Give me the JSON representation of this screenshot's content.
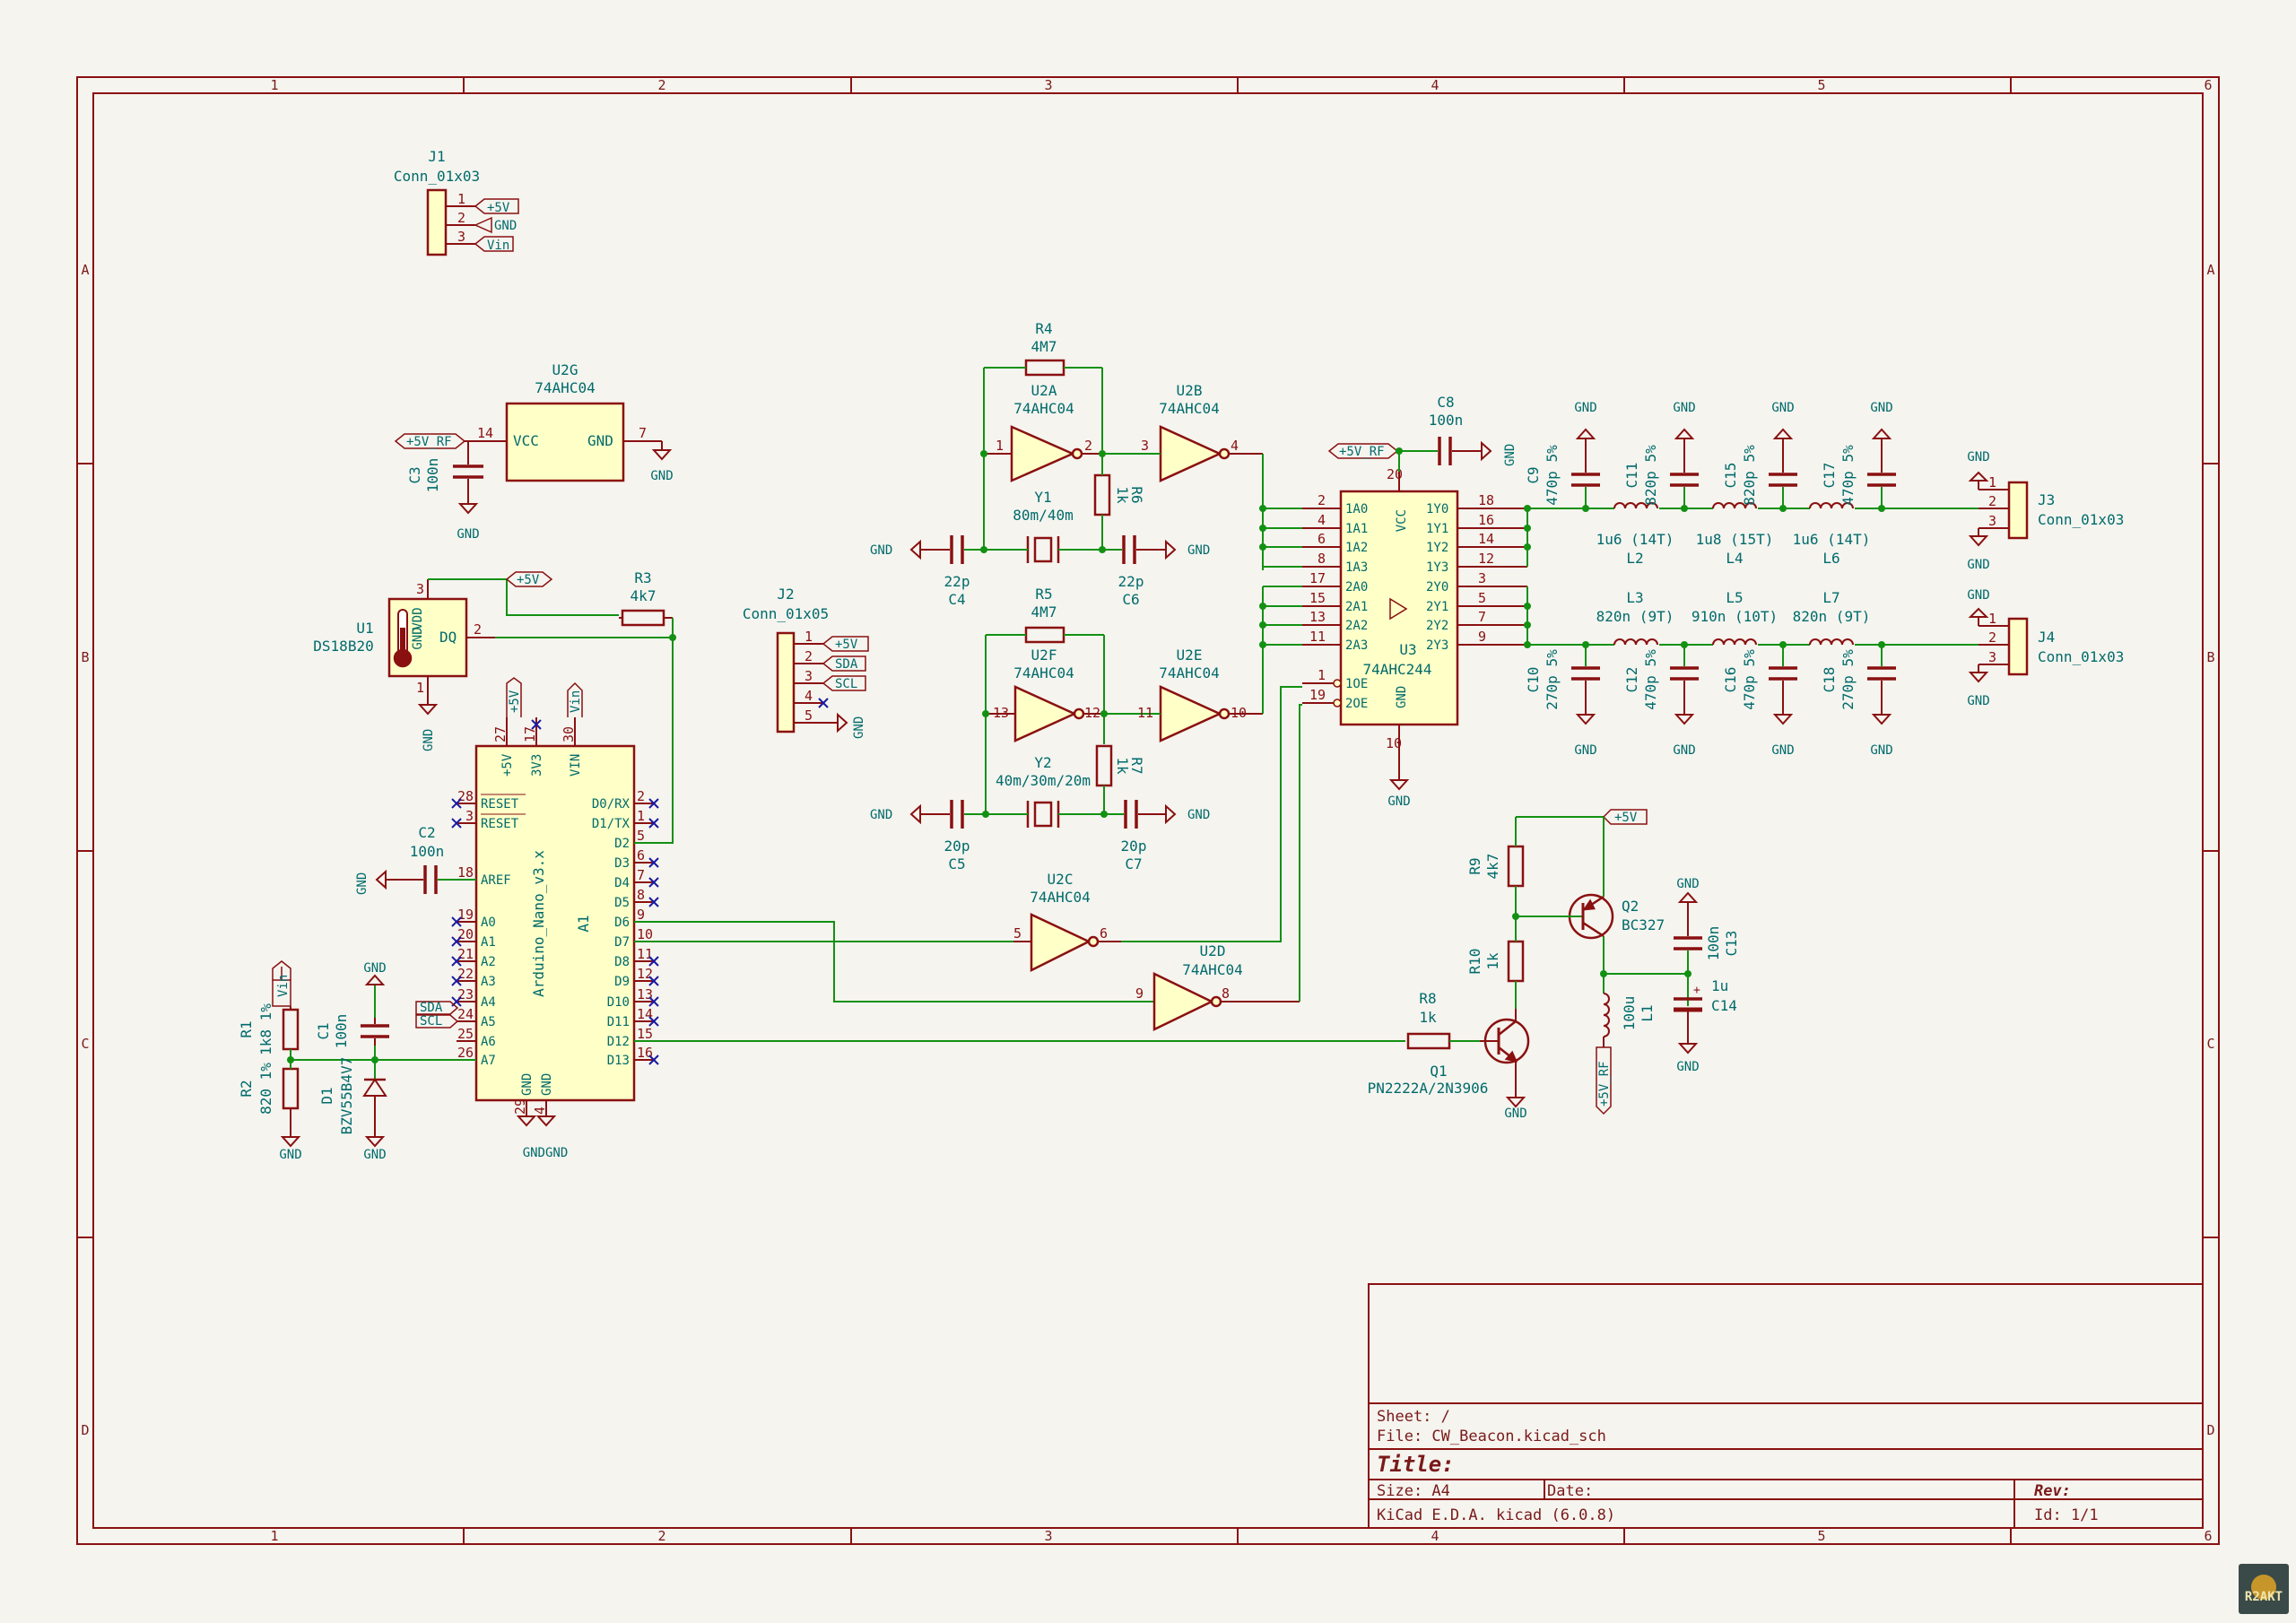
{
  "frame": {
    "columns": [
      "1",
      "2",
      "3",
      "4",
      "5",
      "6"
    ],
    "rows": [
      "A",
      "B",
      "C",
      "D"
    ]
  },
  "title_block": {
    "sheet": "Sheet: /",
    "file": "File: CW_Beacon.kicad_sch",
    "title": "Title:",
    "size": "Size: A4",
    "date": "Date:",
    "rev": "Rev:",
    "tool": "KiCad E.D.A.  kicad (6.0.8)",
    "id": "Id: 1/1"
  },
  "watermark": "R2AKT",
  "components": {
    "J1": {
      "ref": "J1",
      "value": "Conn_01x03",
      "pins": [
        "1",
        "2",
        "3"
      ],
      "nets": [
        "+5V",
        "GND",
        "Vin"
      ]
    },
    "J2": {
      "ref": "J2",
      "value": "Conn_01x05",
      "pins": [
        "1",
        "2",
        "3",
        "4",
        "5"
      ],
      "nets": [
        "+5V",
        "SDA",
        "SCL",
        "GND"
      ]
    },
    "J3": {
      "ref": "J3",
      "value": "Conn_01x03",
      "pins": [
        "1",
        "2",
        "3"
      ]
    },
    "J4": {
      "ref": "J4",
      "value": "Conn_01x03",
      "pins": [
        "1",
        "2",
        "3"
      ]
    },
    "U2G": {
      "ref": "U2G",
      "value": "74AHC04",
      "vcc": "VCC",
      "gnd": "GND",
      "pin_vcc": "14",
      "pin_gnd": "7"
    },
    "C3": {
      "ref": "C3",
      "value": "100n"
    },
    "U1": {
      "ref": "U1",
      "value": "DS18B20",
      "gnd": "GND",
      "vdd": "VDD",
      "dq": "DQ",
      "pin1": "1",
      "pin2": "2",
      "pin3": "3"
    },
    "R3": {
      "ref": "R3",
      "value": "4k7"
    },
    "R4": {
      "ref": "R4",
      "value": "4M7"
    },
    "U2A": {
      "ref": "U2A",
      "value": "74AHC04",
      "pin_in": "1",
      "pin_out": "2"
    },
    "U2B": {
      "ref": "U2B",
      "value": "74AHC04",
      "pin_in": "3",
      "pin_out": "4"
    },
    "R6": {
      "ref": "R6",
      "value": "1k"
    },
    "Y1": {
      "ref": "Y1",
      "value": "80m/40m"
    },
    "C4": {
      "ref": "C4",
      "value": "22p"
    },
    "C6": {
      "ref": "C6",
      "value": "22p"
    },
    "R5": {
      "ref": "R5",
      "value": "4M7"
    },
    "U2F": {
      "ref": "U2F",
      "value": "74AHC04",
      "pin_in": "13",
      "pin_out": "12"
    },
    "U2E": {
      "ref": "U2E",
      "value": "74AHC04",
      "pin_in": "11",
      "pin_out": "10"
    },
    "R7": {
      "ref": "R7",
      "value": "1k"
    },
    "Y2": {
      "ref": "Y2",
      "value": "40m/30m/20m"
    },
    "C5": {
      "ref": "C5",
      "value": "20p"
    },
    "C7": {
      "ref": "C7",
      "value": "20p"
    },
    "U2C": {
      "ref": "U2C",
      "value": "74AHC04",
      "pin_in": "5",
      "pin_out": "6"
    },
    "U2D": {
      "ref": "U2D",
      "value": "74AHC04",
      "pin_in": "9",
      "pin_out": "8"
    },
    "C8": {
      "ref": "C8",
      "value": "100n"
    },
    "U3": {
      "ref": "U3",
      "value": "74AHC244",
      "vcc": "VCC",
      "gnd": "GND",
      "pin_vcc": "20",
      "pin_gnd": "10",
      "left_pins": [
        {
          "num": "2",
          "name": "1A0"
        },
        {
          "num": "4",
          "name": "1A1"
        },
        {
          "num": "6",
          "name": "1A2"
        },
        {
          "num": "8",
          "name": "1A3"
        },
        {
          "num": "17",
          "name": "2A0"
        },
        {
          "num": "15",
          "name": "2A1"
        },
        {
          "num": "13",
          "name": "2A2"
        },
        {
          "num": "11",
          "name": "2A3"
        },
        {
          "num": "1",
          "name": "1OE"
        },
        {
          "num": "19",
          "name": "2OE"
        }
      ],
      "right_pins": [
        {
          "num": "18",
          "name": "1Y0"
        },
        {
          "num": "16",
          "name": "1Y1"
        },
        {
          "num": "14",
          "name": "1Y2"
        },
        {
          "num": "12",
          "name": "1Y3"
        },
        {
          "num": "3",
          "name": "2Y0"
        },
        {
          "num": "5",
          "name": "2Y1"
        },
        {
          "num": "7",
          "name": "2Y2"
        },
        {
          "num": "9",
          "name": "2Y3"
        }
      ]
    },
    "C9": {
      "ref": "C9",
      "value": "470p 5%"
    },
    "C11": {
      "ref": "C11",
      "value": "820p 5%"
    },
    "C15": {
      "ref": "C15",
      "value": "820p 5%"
    },
    "C17": {
      "ref": "C17",
      "value": "470p 5%"
    },
    "L2": {
      "ref": "L2",
      "value": "1u6 (14T)"
    },
    "L4": {
      "ref": "L4",
      "value": "1u8 (15T)"
    },
    "L6": {
      "ref": "L6",
      "value": "1u6 (14T)"
    },
    "L3": {
      "ref": "L3",
      "value": "820n (9T)"
    },
    "L5": {
      "ref": "L5",
      "value": "910n (10T)"
    },
    "L7": {
      "ref": "L7",
      "value": "820n (9T)"
    },
    "C10": {
      "ref": "C10",
      "value": "270p 5%"
    },
    "C12": {
      "ref": "C12",
      "value": "470p 5%"
    },
    "C16": {
      "ref": "C16",
      "value": "470p 5%"
    },
    "C18": {
      "ref": "C18",
      "value": "270p 5%"
    },
    "A1": {
      "ref": "A1",
      "value": "Arduino_Nano_v3.x",
      "top_pins": [
        {
          "num": "27",
          "name": "+5V"
        },
        {
          "num": "17",
          "name": "3V3"
        },
        {
          "num": "30",
          "name": "VIN"
        }
      ],
      "left_pins": [
        {
          "num": "28",
          "name": "RESET"
        },
        {
          "num": "3",
          "name": "RESET"
        },
        {
          "num": "18",
          "name": "AREF"
        },
        {
          "num": "19",
          "name": "A0"
        },
        {
          "num": "20",
          "name": "A1"
        },
        {
          "num": "21",
          "name": "A2"
        },
        {
          "num": "22",
          "name": "A3"
        },
        {
          "num": "23",
          "name": "A4"
        },
        {
          "num": "24",
          "name": "A5"
        },
        {
          "num": "25",
          "name": "A6"
        },
        {
          "num": "26",
          "name": "A7"
        }
      ],
      "right_pins": [
        {
          "num": "2",
          "name": "D0/RX"
        },
        {
          "num": "1",
          "name": "D1/TX"
        },
        {
          "num": "5",
          "name": "D2"
        },
        {
          "num": "6",
          "name": "D3"
        },
        {
          "num": "7",
          "name": "D4"
        },
        {
          "num": "8",
          "name": "D5"
        },
        {
          "num": "9",
          "name": "D6"
        },
        {
          "num": "10",
          "name": "D7"
        },
        {
          "num": "11",
          "name": "D8"
        },
        {
          "num": "12",
          "name": "D9"
        },
        {
          "num": "13",
          "name": "D10"
        },
        {
          "num": "14",
          "name": "D11"
        },
        {
          "num": "15",
          "name": "D12"
        },
        {
          "num": "16",
          "name": "D13"
        }
      ],
      "bottom_pins": [
        {
          "num": "29",
          "name": "GND"
        },
        {
          "num": "4",
          "name": "GND"
        }
      ]
    },
    "C2": {
      "ref": "C2",
      "value": "100n"
    },
    "R1": {
      "ref": "R1",
      "value": "1k8 1%"
    },
    "R2": {
      "ref": "R2",
      "value": "820 1%"
    },
    "C1": {
      "ref": "C1",
      "value": "100n"
    },
    "D1": {
      "ref": "D1",
      "value": "BZV55B4V7"
    },
    "R8": {
      "ref": "R8",
      "value": "1k"
    },
    "Q1": {
      "ref": "Q1",
      "value": "PN2222A/2N3906"
    },
    "R9": {
      "ref": "R9",
      "value": "4k7"
    },
    "R10": {
      "ref": "R10",
      "value": "1k"
    },
    "Q2": {
      "ref": "Q2",
      "value": "BC327"
    },
    "L1": {
      "ref": "L1",
      "value": "100u"
    },
    "C13": {
      "ref": "C13",
      "value": "100n"
    },
    "C14": {
      "ref": "C14",
      "value": "1u"
    }
  },
  "power_labels": {
    "p5v": "+5V",
    "p5v_rf": "+5V_RF",
    "gnd": "GND",
    "vin": "Vin",
    "sda": "SDA",
    "scl": "SCL",
    "gndgnd": "GNDGND"
  }
}
